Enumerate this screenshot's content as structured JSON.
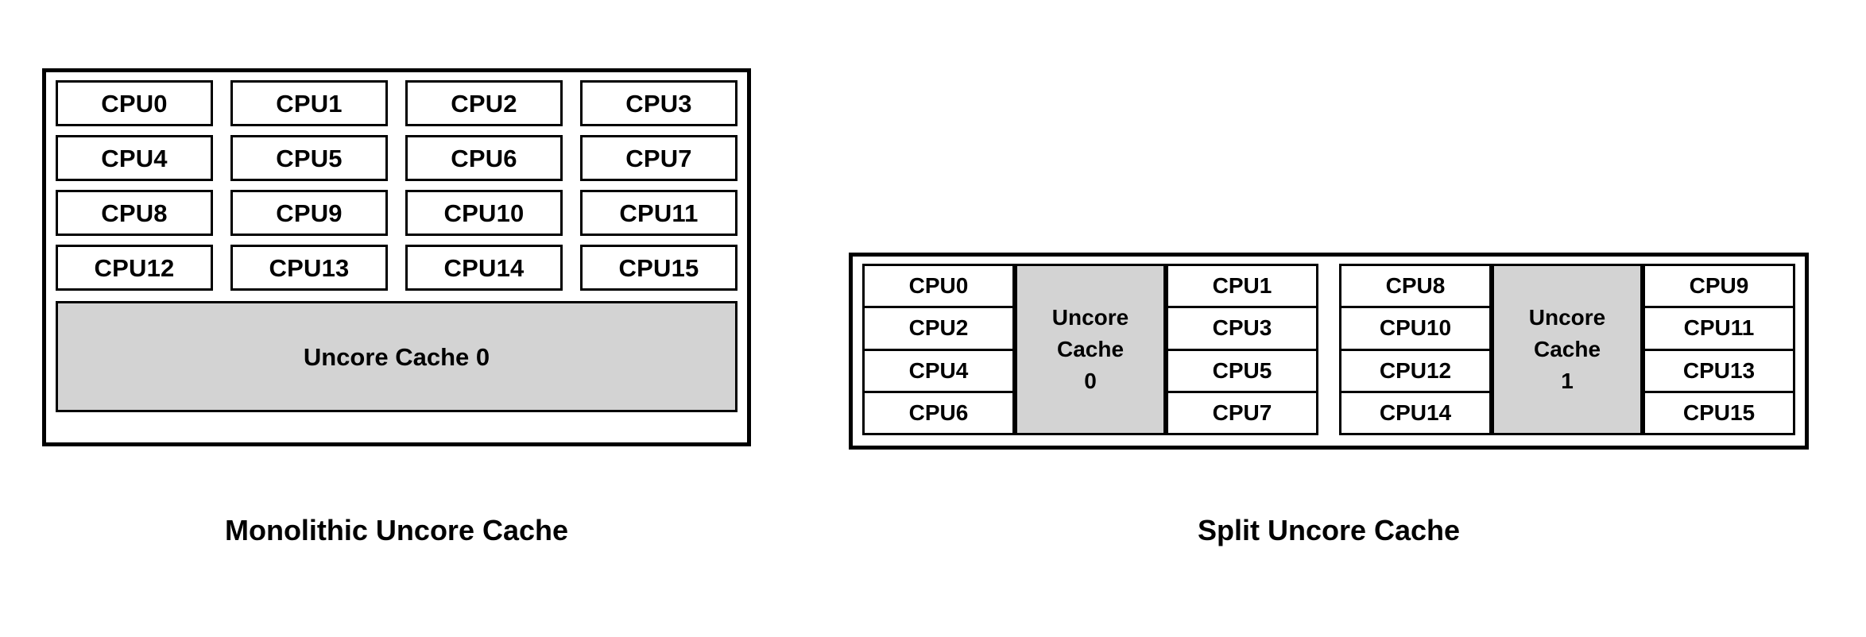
{
  "diagram": {
    "monolithic": {
      "caption": "Monolithic Uncore Cache",
      "cpus": [
        "CPU0",
        "CPU1",
        "CPU2",
        "CPU3",
        "CPU4",
        "CPU5",
        "CPU6",
        "CPU7",
        "CPU8",
        "CPU9",
        "CPU10",
        "CPU11",
        "CPU12",
        "CPU13",
        "CPU14",
        "CPU15"
      ],
      "uncore_cache_label": "Uncore Cache 0"
    },
    "split": {
      "caption": "Split Uncore Cache",
      "clusters": [
        {
          "left_cpus": [
            "CPU0",
            "CPU2",
            "CPU4",
            "CPU6"
          ],
          "cache_line1": "Uncore",
          "cache_line2": "Cache",
          "cache_line3": "0",
          "right_cpus": [
            "CPU1",
            "CPU3",
            "CPU5",
            "CPU7"
          ]
        },
        {
          "left_cpus": [
            "CPU8",
            "CPU10",
            "CPU12",
            "CPU14"
          ],
          "cache_line1": "Uncore",
          "cache_line2": "Cache",
          "cache_line3": "1",
          "right_cpus": [
            "CPU9",
            "CPU11",
            "CPU13",
            "CPU15"
          ]
        }
      ]
    }
  },
  "colors": {
    "cache_fill": "#d3d3d3",
    "border": "#000000",
    "background": "#ffffff",
    "text": "#000000"
  }
}
